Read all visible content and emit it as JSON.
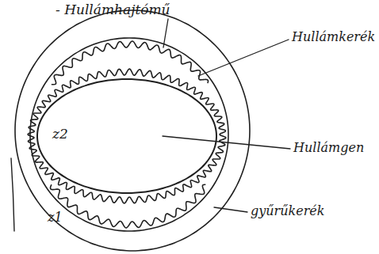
{
  "diagram": {
    "labels": [
      "- Hullámhajtómű",
      "Hullámkerék",
      "z2",
      "Hullámgen",
      "gyűrűkerék",
      "z1"
    ]
  }
}
